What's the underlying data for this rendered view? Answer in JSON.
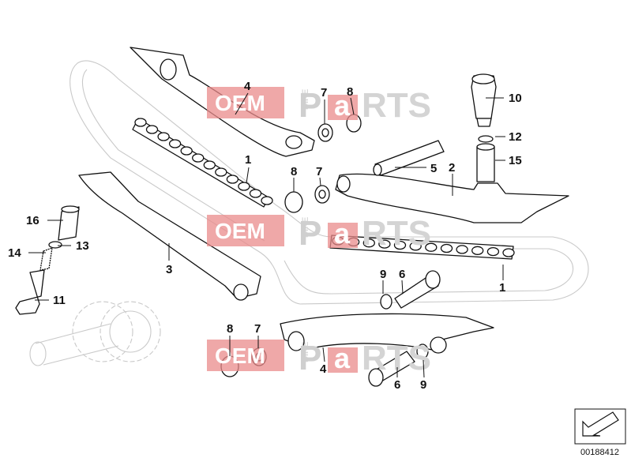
{
  "watermark": {
    "oem": "OEM",
    "bike": "BIKE",
    "p": "P",
    "a": "a",
    "rts": "RTS"
  },
  "callouts": [
    {
      "id": "c4a",
      "label": "4"
    },
    {
      "id": "c7a",
      "label": "7"
    },
    {
      "id": "c8a",
      "label": "8"
    },
    {
      "id": "c10",
      "label": "10"
    },
    {
      "id": "c12",
      "label": "12"
    },
    {
      "id": "c15",
      "label": "15"
    },
    {
      "id": "c1a",
      "label": "1"
    },
    {
      "id": "c8b",
      "label": "8"
    },
    {
      "id": "c7b",
      "label": "7"
    },
    {
      "id": "c5",
      "label": "5"
    },
    {
      "id": "c2",
      "label": "2"
    },
    {
      "id": "c16",
      "label": "16"
    },
    {
      "id": "c13",
      "label": "13"
    },
    {
      "id": "c14",
      "label": "14"
    },
    {
      "id": "c3",
      "label": "3"
    },
    {
      "id": "c9a",
      "label": "9"
    },
    {
      "id": "c6a",
      "label": "6"
    },
    {
      "id": "c1b",
      "label": "1"
    },
    {
      "id": "c11",
      "label": "11"
    },
    {
      "id": "c8c",
      "label": "8"
    },
    {
      "id": "c7c",
      "label": "7"
    },
    {
      "id": "c4b",
      "label": "4"
    },
    {
      "id": "c6b",
      "label": "6"
    },
    {
      "id": "c9b",
      "label": "9"
    }
  ],
  "diagram_id": "00188412"
}
